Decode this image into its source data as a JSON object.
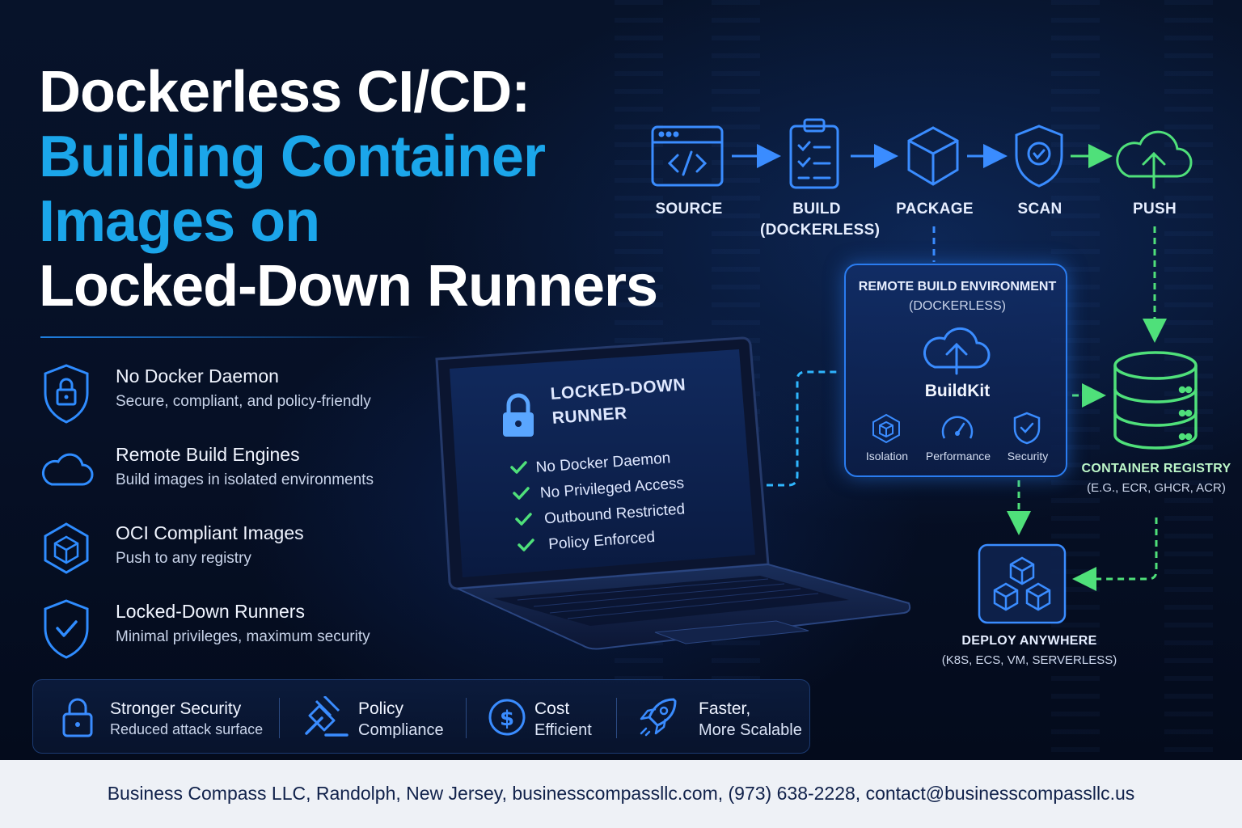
{
  "title": {
    "line1": "Dockerless CI/CD:",
    "line2": "Building Container",
    "line3": "Images on",
    "line4": "Locked-Down Runners"
  },
  "features": [
    {
      "icon": "lock-shield-icon",
      "heading": "No Docker Daemon",
      "sub": "Secure, compliant, and policy-friendly"
    },
    {
      "icon": "cloud-icon",
      "heading": "Remote Build Engines",
      "sub": "Build images in isolated environments"
    },
    {
      "icon": "cube-hexagon-icon",
      "heading": "OCI Compliant Images",
      "sub": "Push to any registry"
    },
    {
      "icon": "check-shield-icon",
      "heading": "Locked-Down Runners",
      "sub": "Minimal privileges, maximum security"
    }
  ],
  "benefits": [
    {
      "icon": "padlock-icon",
      "line1": "Stronger Security",
      "line2": "Reduced attack surface"
    },
    {
      "icon": "gavel-icon",
      "line1": "Policy",
      "line2": "Compliance"
    },
    {
      "icon": "dollar-coin-icon",
      "line1": "Cost",
      "line2": "Efficient"
    },
    {
      "icon": "rocket-icon",
      "line1": "Faster,",
      "line2": "More Scalable"
    }
  ],
  "laptop": {
    "heading1": "LOCKED-DOWN",
    "heading2": "RUNNER",
    "checks": [
      "No Docker Daemon",
      "No Privileged Access",
      "Outbound Restricted",
      "Policy Enforced"
    ]
  },
  "pipeline": {
    "stages": [
      {
        "icon": "code-window-icon",
        "label": "SOURCE",
        "label2": ""
      },
      {
        "icon": "clipboard-checklist-icon",
        "label": "BUILD",
        "label2": "(DOCKERLESS)"
      },
      {
        "icon": "package-cube-icon",
        "label": "PACKAGE",
        "label2": ""
      },
      {
        "icon": "scan-shield-icon",
        "label": "SCAN",
        "label2": ""
      },
      {
        "icon": "cloud-upload-icon",
        "label": "PUSH",
        "label2": ""
      }
    ],
    "remote_env": {
      "title": "REMOTE BUILD ENVIRONMENT",
      "subtitle": "(DOCKERLESS)",
      "engine": "BuildKit",
      "features": [
        "Isolation",
        "Performance",
        "Security"
      ]
    },
    "registry": {
      "title": "CONTAINER REGISTRY",
      "sub": "(E.G., ECR, GHCR, ACR)"
    },
    "deploy": {
      "title": "DEPLOY ANYWHERE",
      "sub": "(K8S, ECS, VM, SERVERLESS)"
    }
  },
  "footer": "Business Compass LLC, Randolph, New Jersey, businesscompassllc.com, (973) 638-2228, contact@businesscompassllc.us",
  "colors": {
    "accent_blue": "#1ba6ea",
    "line_blue": "#3a8cff",
    "accent_green": "#4fe07a"
  }
}
